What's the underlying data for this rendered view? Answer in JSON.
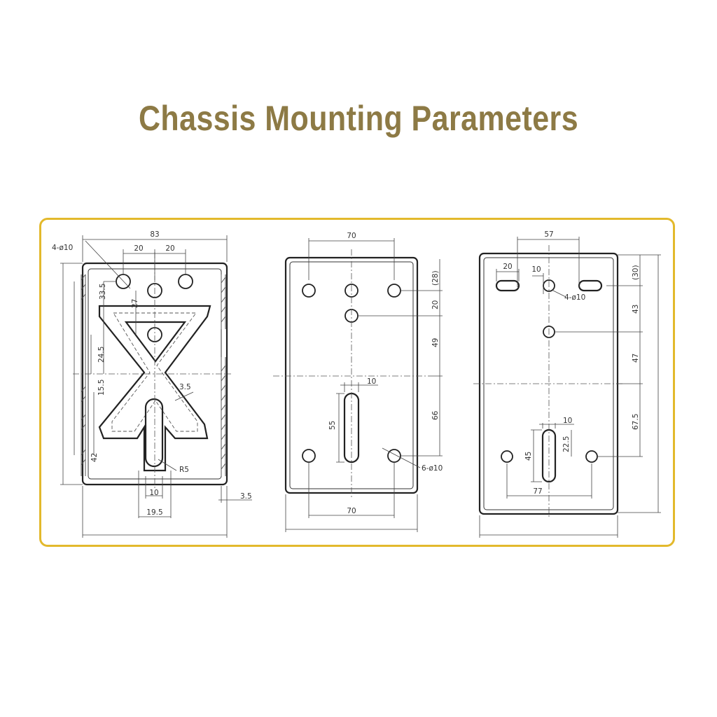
{
  "title": "Chassis Mounting Parameters",
  "colors": {
    "title": "#8d7a45",
    "frame_border": "#e3b92c",
    "line": "#222222"
  },
  "views": {
    "left": {
      "d83": "83",
      "d20a": "20",
      "d20b": "20",
      "holes": "4-ø10",
      "d33_5": "33.5",
      "d27": "27",
      "d24_5": "24.5",
      "d15_5": "15.5",
      "d42": "42",
      "d3_5_angle": "3.5",
      "r5": "R5",
      "d10": "10",
      "d19_5": "19.5",
      "d3_5": "3.5"
    },
    "middle": {
      "d70_top": "70",
      "d28": "(28)",
      "d20": "20",
      "d49": "49",
      "d66": "66",
      "d10": "10",
      "d55": "55",
      "holes": "6-ø10",
      "d70_bottom": "70"
    },
    "right": {
      "d57": "57",
      "d20": "20",
      "d10": "10",
      "holes": "4-ø10",
      "d30": "(30)",
      "d43": "43",
      "d47": "47",
      "d67_5": "67.5",
      "d10_slot": "10",
      "d45": "45",
      "d22_5": "22.5",
      "d77": "77"
    }
  }
}
